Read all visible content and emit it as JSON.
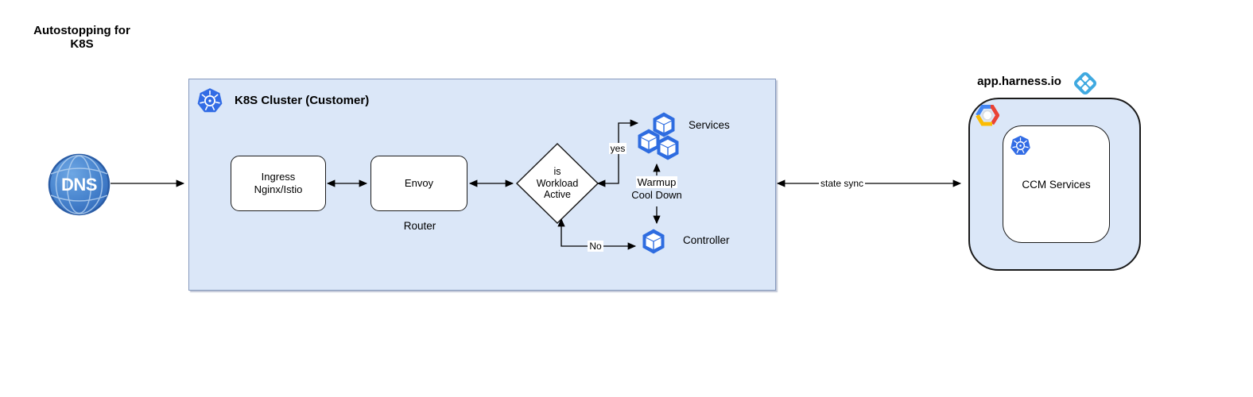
{
  "title": "Autostopping for\nK8S",
  "dns": {
    "label": "DNS",
    "icon": "dns-globe-icon",
    "color": "#3a79c9"
  },
  "cluster": {
    "title": "K8S Cluster (Customer)",
    "fill": "#dbe7f8",
    "border": "#8699bd",
    "badge_icon": "kubernetes-icon",
    "nodes": {
      "ingress": {
        "label": "Ingress\nNginx/Istio"
      },
      "envoy": {
        "label": "Envoy",
        "sublabel": "Router"
      },
      "decision": {
        "label": "is\nWorkload\nActive"
      },
      "services": {
        "label": "Services",
        "icon": "workload-cubes-icon"
      },
      "controller": {
        "label": "Controller",
        "icon": "workload-cube-icon"
      }
    },
    "edges": {
      "yes": "yes",
      "no": "No",
      "warmup_line1": "Warmup",
      "warmup_line2": "Cool Down"
    }
  },
  "state_sync": {
    "label": "state sync"
  },
  "harness": {
    "title": "app.harness.io",
    "logo_icon": "harness-logo-icon",
    "fill": "#dbe7f8",
    "gcp_icon": "google-cloud-icon",
    "k8s_icon": "kubernetes-icon",
    "ccm_label": "CCM Services"
  },
  "colors": {
    "kubernetes_blue": "#326ce5",
    "cube_blue": "#2e6ce0",
    "harness_blue": "#3fa9e0",
    "dns_blue": "#3a79c9",
    "box_fill_blue": "#dbe7f8",
    "arrow": "#000000"
  }
}
